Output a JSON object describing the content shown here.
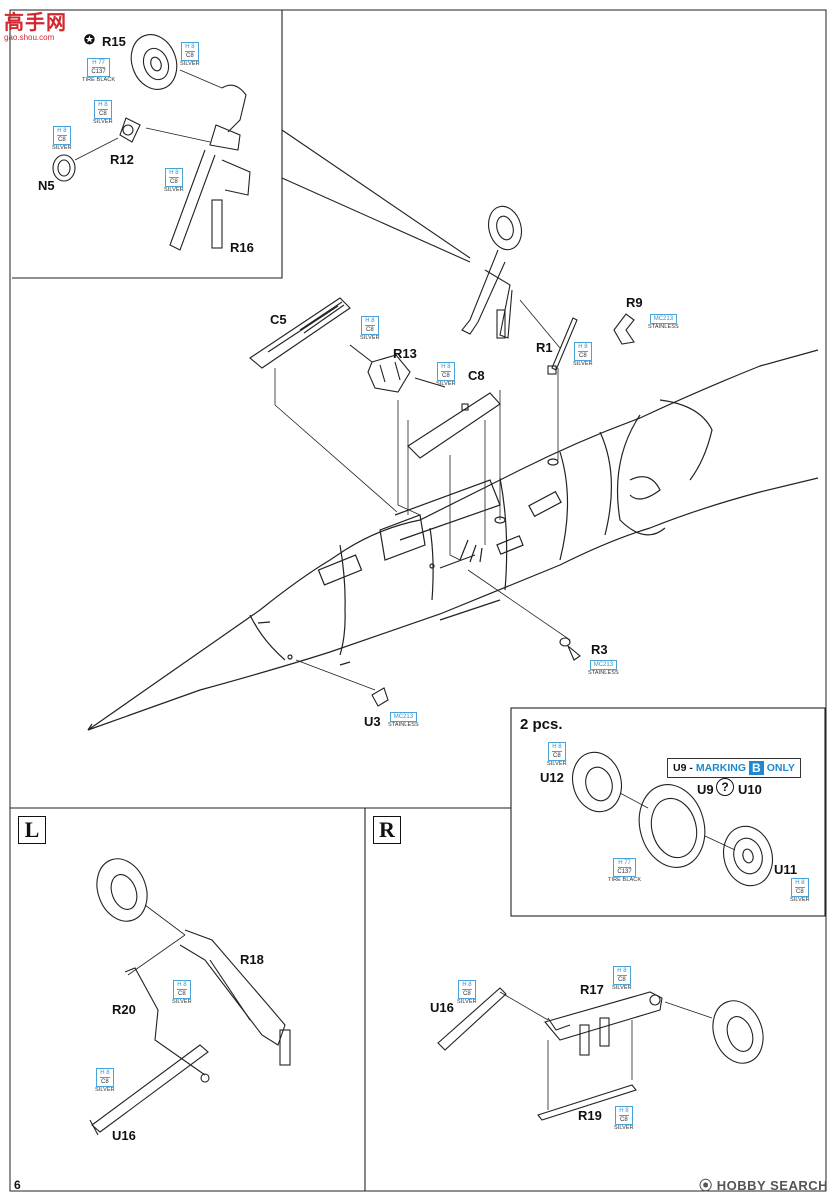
{
  "logo": {
    "text": "高手网",
    "url": "gao.shou.com"
  },
  "page_number": "6",
  "parts": {
    "R15": "R15",
    "R12": "R12",
    "N5": "N5",
    "R16": "R16",
    "C5": "C5",
    "R13": "R13",
    "C8": "C8",
    "R1": "R1",
    "R9": "R9",
    "R3": "R3",
    "U3": "U3",
    "U12": "U12",
    "U9": "U9",
    "U10": "U10",
    "U11": "U11",
    "R18": "R18",
    "R20": "R20",
    "U16_L": "U16",
    "R17": "R17",
    "U16_R": "U16",
    "R19": "R19"
  },
  "paints": {
    "silver": {
      "code1": "H 8",
      "code2": "C8",
      "name": "SILVER"
    },
    "tire_black": {
      "code1": "H 77",
      "code2": "C137",
      "name": "TIRE BLACK"
    },
    "stainless": {
      "code1": "MC213",
      "name": "STAINLESS"
    }
  },
  "side_labels": {
    "left": "L",
    "right": "R"
  },
  "inset_wheels": {
    "title": "2 pcs."
  },
  "marking_note": {
    "prefix": "U9 -",
    "word": "MARKING",
    "letter": "B",
    "suffix": "ONLY"
  },
  "either_or_symbol": "?",
  "watermark": "HOBBY SEARCH",
  "colors": {
    "callout_blue": "#4aa3d8",
    "brand_red": "#d3262e",
    "marking_blue": "#1d8ad0"
  }
}
